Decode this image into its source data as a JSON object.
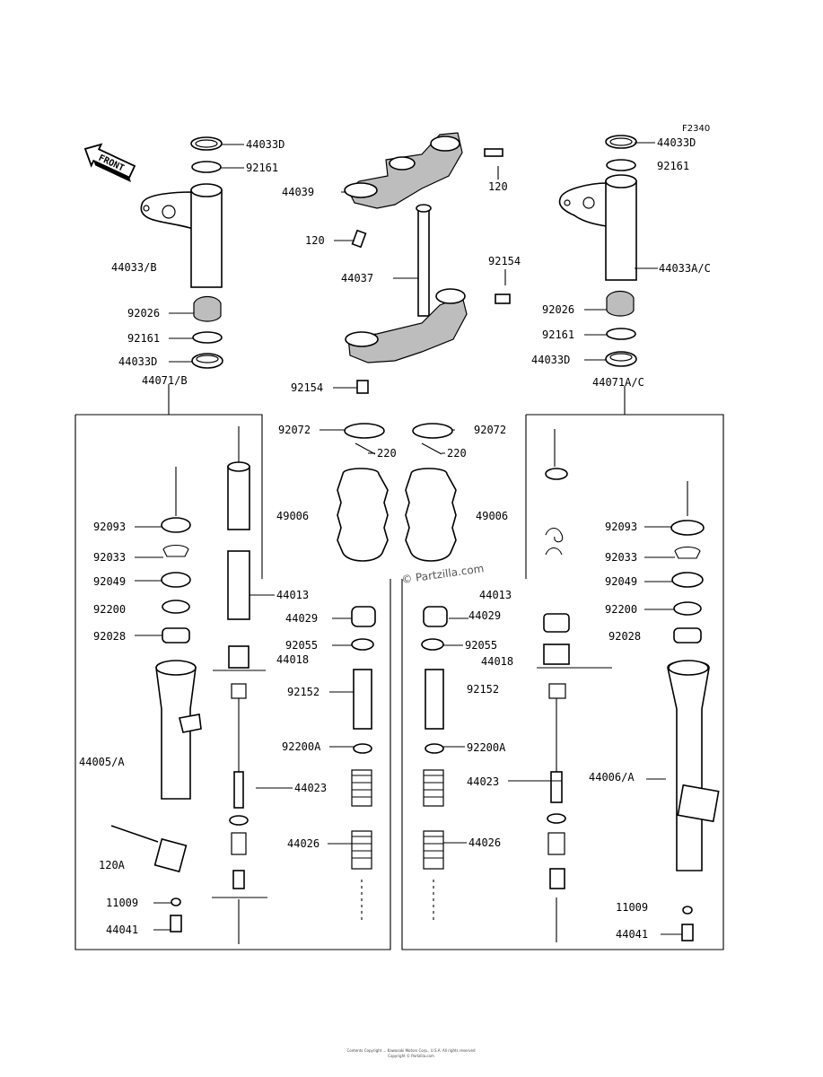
{
  "figure_code": "F2340",
  "front_label": "FRONT",
  "watermark": "© Partzilla.com",
  "copyright_line1": "Contents Copyright ... Kawasaki Motors Corp., U.S.A. All rights reserved",
  "copyright_line2": "Copyright © Partzilla.com",
  "labels": [
    {
      "id": "l1",
      "text": "44033D"
    },
    {
      "id": "l2",
      "text": "92161"
    },
    {
      "id": "l3",
      "text": "44033/B"
    },
    {
      "id": "l4",
      "text": "92026"
    },
    {
      "id": "l5",
      "text": "92161"
    },
    {
      "id": "l6",
      "text": "44033D"
    },
    {
      "id": "l7",
      "text": "44071/B"
    },
    {
      "id": "l8",
      "text": "120"
    },
    {
      "id": "l9",
      "text": "44039"
    },
    {
      "id": "l10",
      "text": "120"
    },
    {
      "id": "l11",
      "text": "92154"
    },
    {
      "id": "l12",
      "text": "44037"
    },
    {
      "id": "l13",
      "text": "92154"
    },
    {
      "id": "l14",
      "text": "F2340"
    },
    {
      "id": "l15",
      "text": "44033D"
    },
    {
      "id": "l16",
      "text": "92161"
    },
    {
      "id": "l17",
      "text": "44033A/C"
    },
    {
      "id": "l18",
      "text": "92026"
    },
    {
      "id": "l19",
      "text": "92161"
    },
    {
      "id": "l20",
      "text": "44033D"
    },
    {
      "id": "l21",
      "text": "44071A/C"
    },
    {
      "id": "l22",
      "text": "92072"
    },
    {
      "id": "l23",
      "text": "220"
    },
    {
      "id": "l24",
      "text": "92072"
    },
    {
      "id": "l25",
      "text": "220"
    },
    {
      "id": "l26",
      "text": "49006"
    },
    {
      "id": "l27",
      "text": "49006"
    },
    {
      "id": "l28",
      "text": "92093"
    },
    {
      "id": "l29",
      "text": "92033"
    },
    {
      "id": "l30",
      "text": "92049"
    },
    {
      "id": "l31",
      "text": "92200"
    },
    {
      "id": "l32",
      "text": "92028"
    },
    {
      "id": "l33",
      "text": "44013"
    },
    {
      "id": "l34",
      "text": "44029"
    },
    {
      "id": "l35",
      "text": "92055"
    },
    {
      "id": "l36",
      "text": "44018"
    },
    {
      "id": "l37",
      "text": "92152"
    },
    {
      "id": "l38",
      "text": "92200A"
    },
    {
      "id": "l39",
      "text": "44023"
    },
    {
      "id": "l40",
      "text": "44026"
    },
    {
      "id": "l41",
      "text": "44005/A"
    },
    {
      "id": "l42",
      "text": "120A"
    },
    {
      "id": "l43",
      "text": "11009"
    },
    {
      "id": "l44",
      "text": "44041"
    },
    {
      "id": "l45",
      "text": "44013"
    },
    {
      "id": "l46",
      "text": "44029"
    },
    {
      "id": "l47",
      "text": "92055"
    },
    {
      "id": "l48",
      "text": "44018"
    },
    {
      "id": "l49",
      "text": "92152"
    },
    {
      "id": "l50",
      "text": "92200A"
    },
    {
      "id": "l51",
      "text": "44023"
    },
    {
      "id": "l52",
      "text": "44026"
    },
    {
      "id": "l53",
      "text": "92093"
    },
    {
      "id": "l54",
      "text": "92033"
    },
    {
      "id": "l55",
      "text": "92049"
    },
    {
      "id": "l56",
      "text": "92200"
    },
    {
      "id": "l57",
      "text": "92028"
    },
    {
      "id": "l58",
      "text": "44006/A"
    },
    {
      "id": "l59",
      "text": "11009"
    },
    {
      "id": "l60",
      "text": "44041"
    }
  ]
}
